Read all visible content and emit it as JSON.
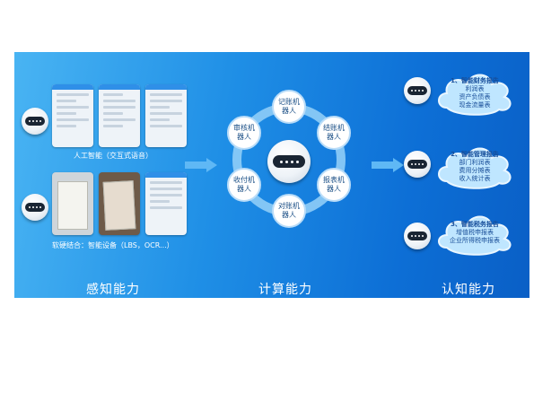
{
  "sections": {
    "perception": "感知能力",
    "compute": "计算能力",
    "cognition": "认知能力"
  },
  "perception": {
    "caption_ai": "人工智能（交互式语音）",
    "caption_hw": "软硬结合：智能设备（LBS，OCR...）"
  },
  "compute": {
    "nodes": [
      "记账机器人",
      "结账机器人",
      "报表机器人",
      "对账机器人",
      "收付机器人",
      "审核机器人"
    ]
  },
  "cognition": {
    "reports": [
      {
        "title": "1、智能财务报告",
        "lines": [
          "利润表",
          "资产负债表",
          "现金流量表"
        ]
      },
      {
        "title": "2、智能管理报告",
        "lines": [
          "部门利润表",
          "费用分摊表",
          "收入统计表"
        ]
      },
      {
        "title": "3、智能税务报告",
        "lines": [
          "增值税申报表",
          "企业所得税申报表"
        ]
      }
    ]
  },
  "colors": {
    "banner_start": "#49b4f3",
    "banner_end": "#0a5fc6",
    "cloud": "#bfe6ff",
    "node_text": "#1b4f86"
  },
  "icons": [
    "robot-icon",
    "phone-screenshot",
    "right-arrow-icon",
    "cloud-shape"
  ]
}
